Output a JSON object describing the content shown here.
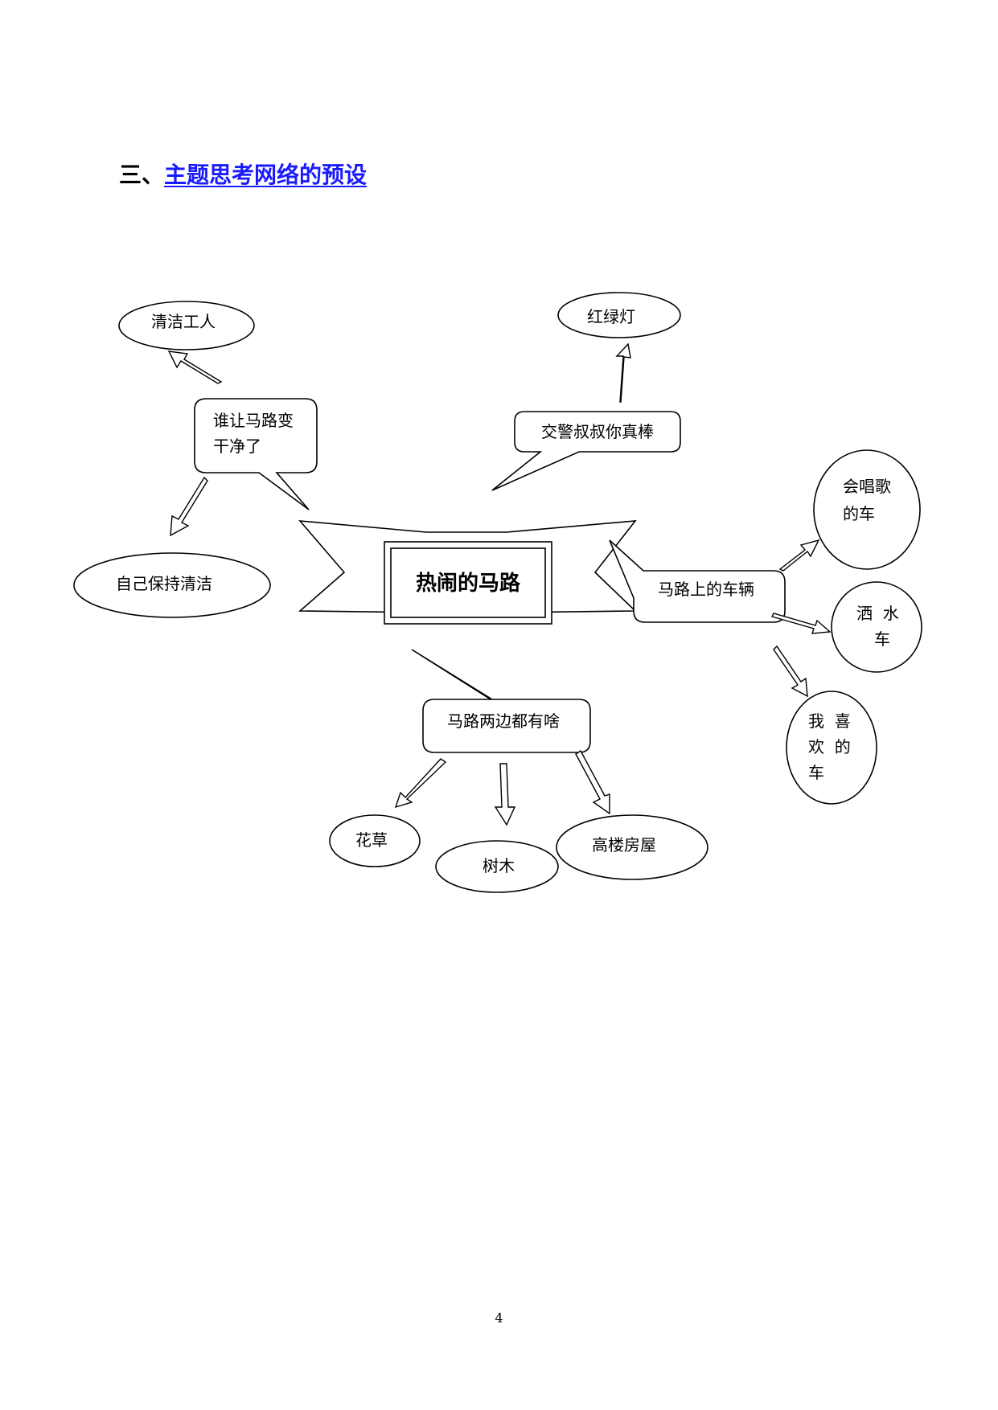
{
  "heading": {
    "prefix": "三、",
    "link_text": "主题思考网络的预设"
  },
  "center": {
    "label": "热闹的马路"
  },
  "bubbles": {
    "who_cleans": [
      "谁让马路变",
      "干净了"
    ],
    "traffic_police": "交警叔叔你真棒",
    "vehicles": "马路上的车辆",
    "roadside": "马路两边都有啥"
  },
  "ovals": {
    "cleaners": "清洁工人",
    "traffic_light": "红绿灯",
    "keep_clean": "自己保持清洁",
    "singing_car": [
      "会唱歌",
      "的车"
    ],
    "sprinkler": [
      "洒  水",
      "车"
    ],
    "favorite_car": [
      "我  喜",
      "欢  的",
      "车"
    ],
    "flowers": "花草",
    "trees": "树木",
    "buildings": "高楼房屋"
  },
  "page_number": "4"
}
